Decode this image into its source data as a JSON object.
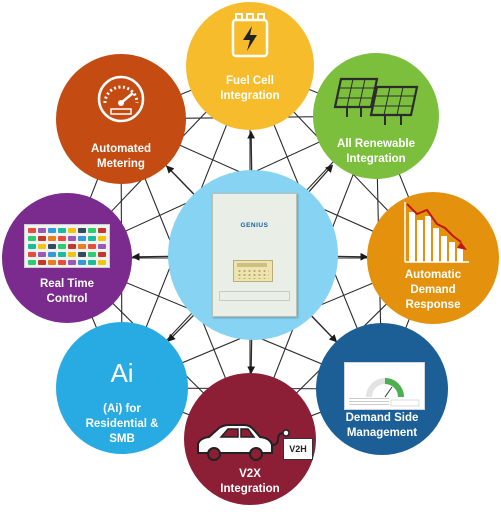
{
  "hub": {
    "brand": "GENIUS"
  },
  "nodes": {
    "fuel_cell": {
      "label": [
        "Fuel Cell",
        "Integration"
      ],
      "color": "#f7bc2c"
    },
    "renewable": {
      "label": [
        "All Renewable",
        "Integration"
      ],
      "color": "#7bbf3c"
    },
    "demand_response": {
      "label": [
        "Automatic",
        "Demand",
        "Response"
      ],
      "color": "#e4920e"
    },
    "demand_side": {
      "label": [
        "Demand Side",
        "Management"
      ],
      "color": "#1c5e96"
    },
    "v2x": {
      "label": [
        "V2X",
        "Integration"
      ],
      "color": "#8c1e35",
      "badge": "V2H"
    },
    "ai": {
      "label": [
        "(Ai) for",
        "Residential &",
        "SMB"
      ],
      "color": "#27abe2",
      "big": "Ai"
    },
    "real_time": {
      "label": [
        "Real Time",
        "Control"
      ],
      "color": "#7b2a8d"
    },
    "metering": {
      "label": [
        "Automated",
        "Metering"
      ],
      "color": "#c44b12"
    }
  },
  "colors": {
    "hub_fill": "#87d3f3",
    "mesh": "#2b2b2b",
    "background": "#ffffff"
  },
  "icons": {
    "fuel_cell": "battery-bolt-icon",
    "renewable": "solar-panel-icon",
    "demand_response": "declining-bar-chart-icon",
    "demand_side": "gauge-dashboard-icon",
    "v2x": "electric-car-plug-icon",
    "metering": "speedometer-icon",
    "real_time": "control-panel-screen-icon"
  }
}
